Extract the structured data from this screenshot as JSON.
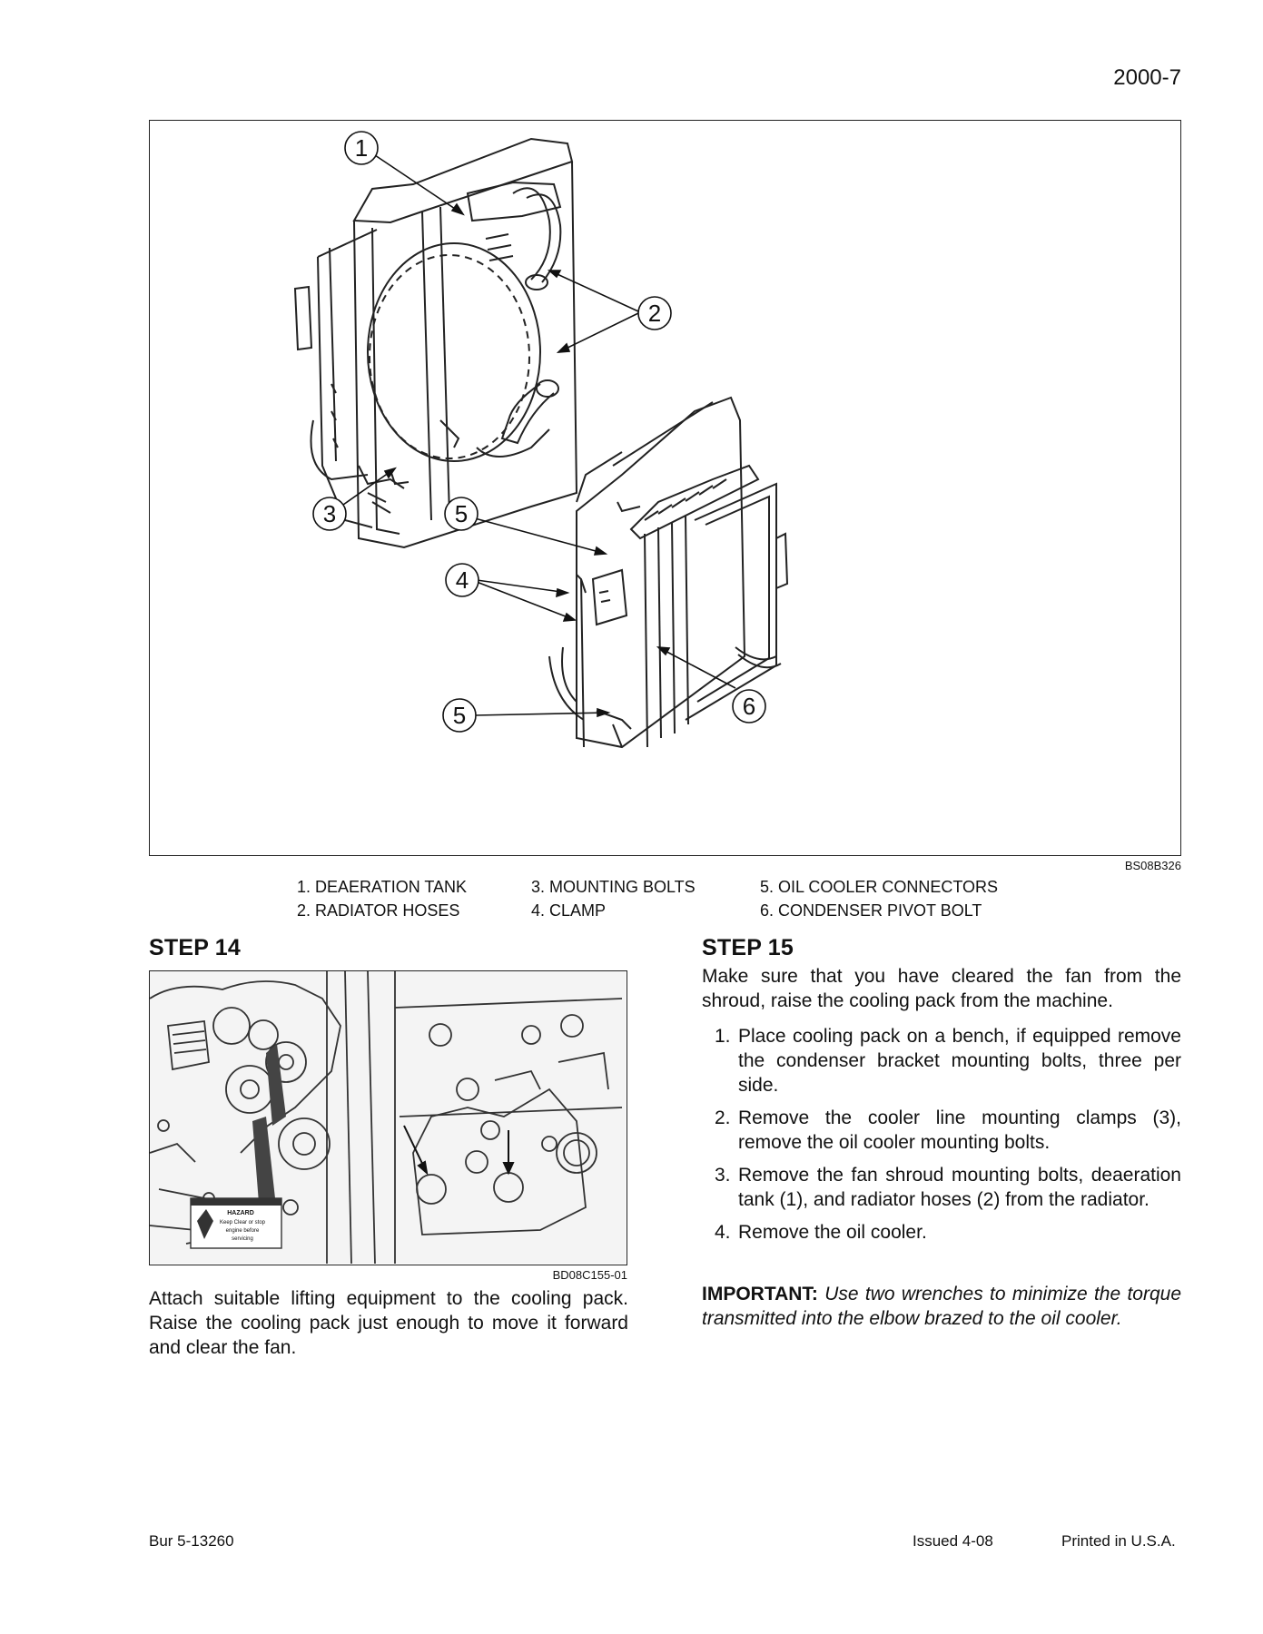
{
  "header": {
    "page_number": "2000-7"
  },
  "figure1": {
    "id": "BS08B326",
    "callouts": [
      "1",
      "2",
      "3",
      "5",
      "4",
      "5",
      "6"
    ],
    "legend": [
      [
        "1.  DEAERATION TANK",
        "2.  RADIATOR HOSES"
      ],
      [
        "3.  MOUNTING BOLTS",
        "4.  CLAMP"
      ],
      [
        "5.  OIL COOLER CONNECTORS",
        "6.  CONDENSER PIVOT BOLT"
      ]
    ]
  },
  "step14": {
    "title": "STEP 14",
    "figure_id": "BD08C155-01",
    "decal_lines": [
      "HAZARD",
      "Keep Clear or stop",
      "engine before",
      "servicing"
    ],
    "text": "Attach suitable lifting equipment to the cooling pack. Raise the cooling pack just enough to move it forward and clear the fan."
  },
  "step15": {
    "title": "STEP 15",
    "intro": "Make sure that you have cleared the fan from the shroud, raise the cooling pack from the machine.",
    "items": [
      {
        "num": "1.",
        "text": "Place cooling pack on a bench, if equipped remove the condenser bracket mounting bolts, three per side."
      },
      {
        "num": "2.",
        "text": "Remove the cooler line mounting clamps (3), remove the oil cooler mounting bolts."
      },
      {
        "num": "3.",
        "text": "Remove the fan shroud mounting bolts, deaeration tank (1), and radiator hoses (2) from the radiator."
      },
      {
        "num": "4.",
        "text": "Remove the oil cooler."
      }
    ],
    "important_label": "IMPORTANT:",
    "important_text": "Use two wrenches to minimize the torque transmitted into the elbow brazed to the oil cooler."
  },
  "footer": {
    "left": "Bur 5-13260",
    "issued": "Issued 4-08",
    "printed": "Printed in U.S.A."
  }
}
